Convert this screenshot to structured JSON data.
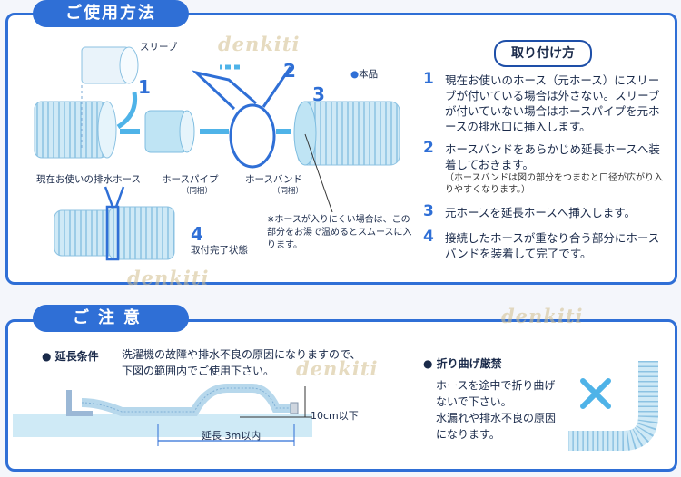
{
  "sections": {
    "usage_title": "ご使用方法",
    "caution_title": "ご注意"
  },
  "howto": {
    "title": "取り付け方",
    "steps": [
      {
        "num": "1",
        "text": "現在お使いのホース（元ホース）にスリーブが付いている場合は外さない。スリーブが付いていない場合はホースパイプを元ホースの排水口に挿入します。"
      },
      {
        "num": "2",
        "text": "ホースバンドをあらかじめ延長ホースへ装着しておきます。",
        "note": "（ホースバンドは図の部分をつまむと口径が広がり入りやすくなります。）"
      },
      {
        "num": "3",
        "text": "元ホースを延長ホースへ挿入します。"
      },
      {
        "num": "4",
        "text": "接続したホースが重なり合う部分にホースバンドを装着して完了です。"
      }
    ]
  },
  "diagram": {
    "sleeve": "スリーブ",
    "current_hose": "現在お使いの排水ホース",
    "hose_pipe": "ホースパイプ",
    "hose_pipe_sub": "（同梱）",
    "hose_band": "ホースバンド",
    "hose_band_sub": "（同梱）",
    "product": "本品",
    "complete": "取付完了状態",
    "step_nums": [
      "1",
      "2",
      "3",
      "4"
    ],
    "tip": "※ホースが入りにくい場合は、この部分をお湯で温めるとスムースに入ります。"
  },
  "caution": {
    "ext_title": "延長条件",
    "ext_text_1": "洗濯機の故障や排水不良の原因になりますので、",
    "ext_text_2": "下図の範囲内でご使用下さい。",
    "height_label": "10cm以下",
    "length_label": "延長 3m以内",
    "bend_title": "折り曲げ厳禁",
    "bend_text_1": "ホースを途中で折り曲げ",
    "bend_text_2": "ないで下さい。",
    "bend_text_3": "水漏れや排水不良の原因",
    "bend_text_4": "になります。"
  },
  "watermark": "denkiti",
  "colors": {
    "accent": "#2f6fd6",
    "hose": "#bfe0f0",
    "arrow": "#4fb3e8",
    "cross": "#4fb3e8"
  }
}
